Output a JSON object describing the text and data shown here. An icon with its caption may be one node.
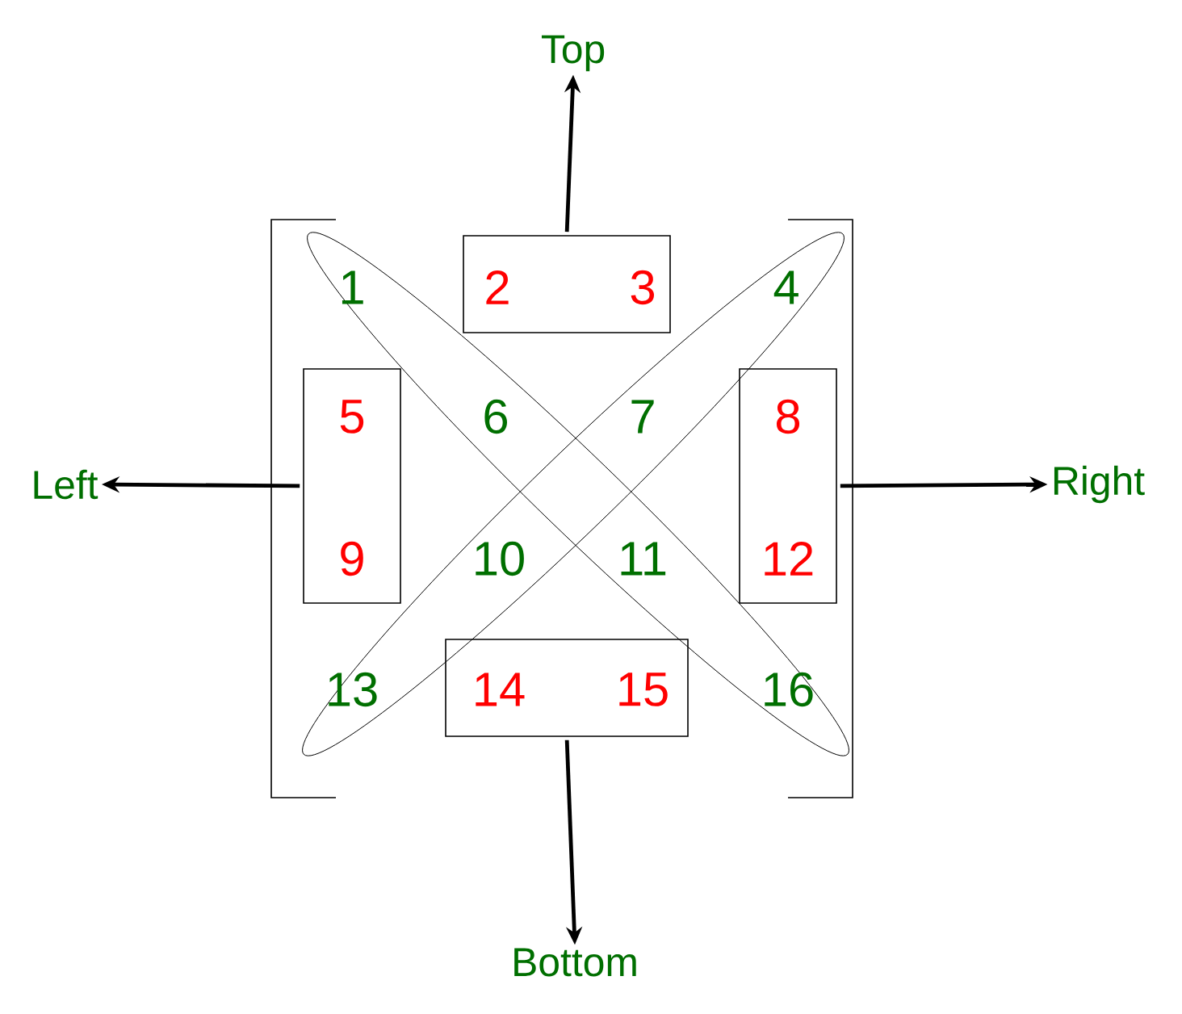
{
  "diagram": {
    "nodes": [
      {
        "text": [
          "Top"
        ]
      },
      {
        "text": [
          "2",
          "3"
        ]
      },
      {
        "text": [
          "5",
          "9"
        ]
      },
      {
        "text": [
          "8",
          "12"
        ]
      },
      {
        "text": [
          "Left"
        ]
      },
      {
        "text": [
          "Right"
        ]
      },
      {
        "text": [
          "14",
          "15"
        ]
      },
      {
        "text": [
          "Bottom"
        ]
      }
    ],
    "edges": [
      {
        "from": 1,
        "to": 0,
        "arrow": "to"
      },
      {
        "from": 2,
        "to": 4,
        "arrow": "to"
      },
      {
        "from": 3,
        "to": 5,
        "arrow": "to"
      },
      {
        "from": 6,
        "to": 7,
        "arrow": "to"
      }
    ],
    "labels": [
      "1",
      "4",
      "6",
      "7",
      "10",
      "11",
      "13",
      "16"
    ]
  }
}
